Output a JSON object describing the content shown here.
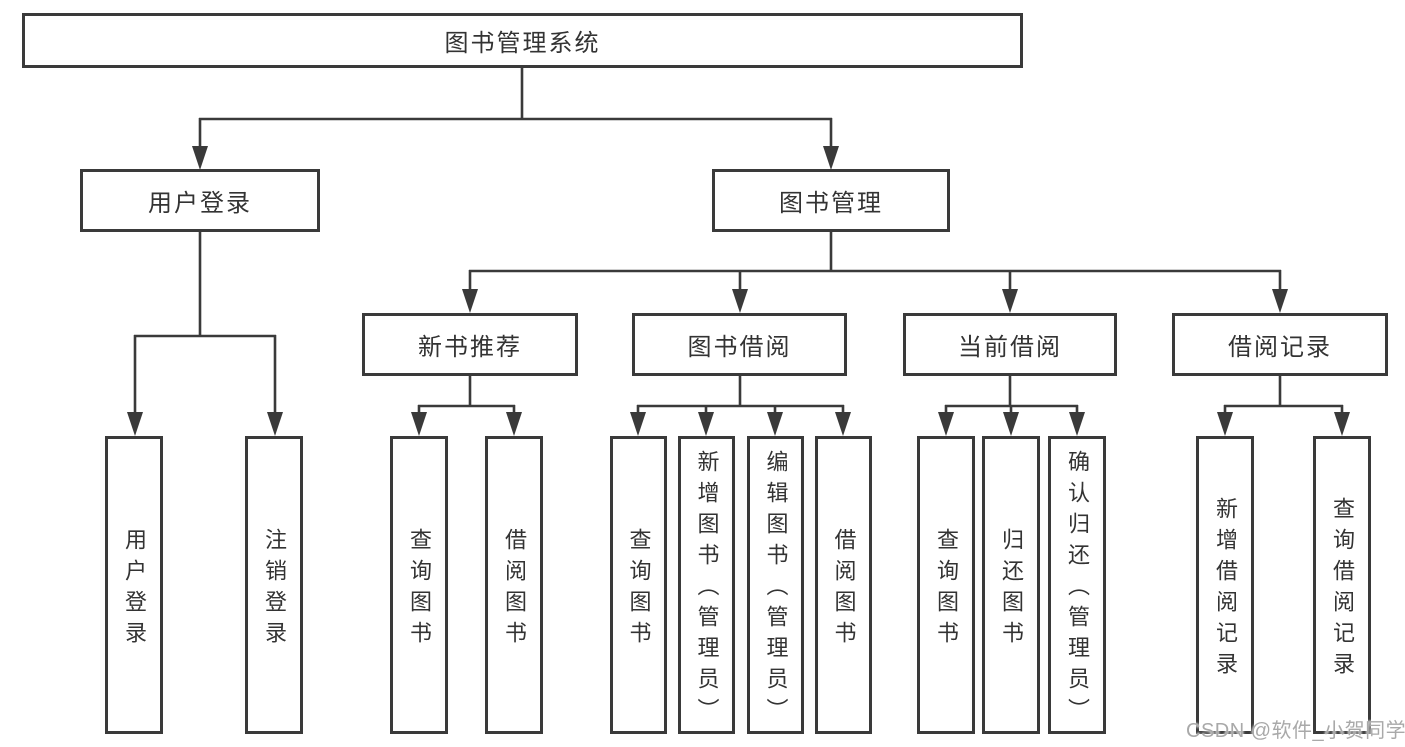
{
  "diagram": {
    "root": {
      "label": "图书管理系统"
    },
    "branches": [
      {
        "label": "用户登录",
        "children": [
          {
            "label": "用户登录"
          },
          {
            "label": "注销登录"
          }
        ]
      },
      {
        "label": "图书管理",
        "children": [
          {
            "label": "新书推荐",
            "children": [
              {
                "label": "查询图书"
              },
              {
                "label": "借阅图书"
              }
            ]
          },
          {
            "label": "图书借阅",
            "children": [
              {
                "label": "查询图书"
              },
              {
                "label": "新增图书（管理员）"
              },
              {
                "label": "编辑图书（管理员）"
              },
              {
                "label": "借阅图书"
              }
            ]
          },
          {
            "label": "当前借阅",
            "children": [
              {
                "label": "查询图书"
              },
              {
                "label": "归还图书"
              },
              {
                "label": "确认归还（管理员）"
              }
            ]
          },
          {
            "label": "借阅记录",
            "children": [
              {
                "label": "新增借阅记录"
              },
              {
                "label": "查询借阅记录"
              }
            ]
          }
        ]
      }
    ]
  },
  "watermark": {
    "text": "CSDN @软件_小贺同学"
  },
  "colors": {
    "background": "#ffffff",
    "line": "#3a3a3a",
    "box_border": "#3a3a3a",
    "text": "#333333",
    "watermark": "#a9a9a9"
  }
}
